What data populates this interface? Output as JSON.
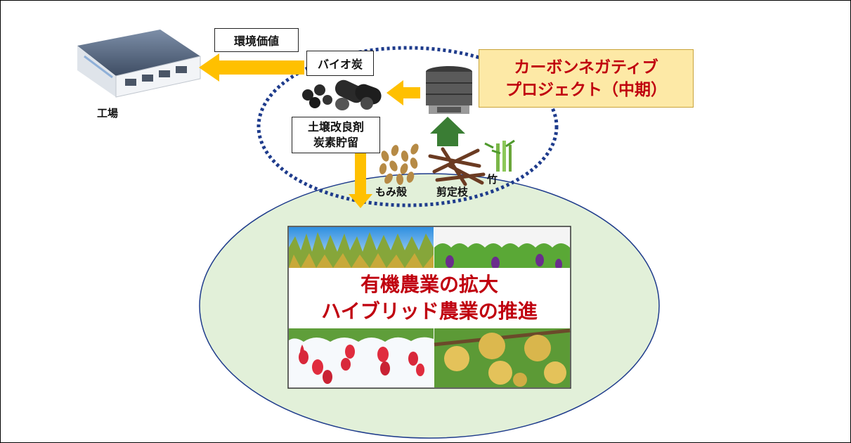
{
  "diagram": {
    "labels": {
      "environmental_value": "環境価値",
      "factory": "工場",
      "biochar": "バイオ炭",
      "soil_line1": "土壌改良剤",
      "soil_line2": "炭素貯留",
      "rice_husk": "もみ殻",
      "pruned_branches": "剪定枝",
      "bamboo": "竹"
    },
    "project": {
      "line1": "カーボンネガティブ",
      "line2": "プロジェクト（中期）"
    },
    "banner": {
      "line1": "有機農業の拡大",
      "line2": "ハイブリッド農業の推進"
    },
    "colors": {
      "arrow": "#ffc000",
      "green_arrow": "#3a7d34",
      "dashed_ellipse": "#1f3c8c",
      "farm_ellipse_fill": "#e2f0d9",
      "project_fill": "#fde9a6",
      "title_red": "#c0000f"
    },
    "icons": [
      "factory-icon",
      "biochar-icon",
      "kiln-icon",
      "rice-husk-icon",
      "branches-icon",
      "bamboo-icon",
      "rice-field-icon",
      "vegetable-field-icon",
      "strawberry-icon",
      "pear-icon"
    ]
  }
}
